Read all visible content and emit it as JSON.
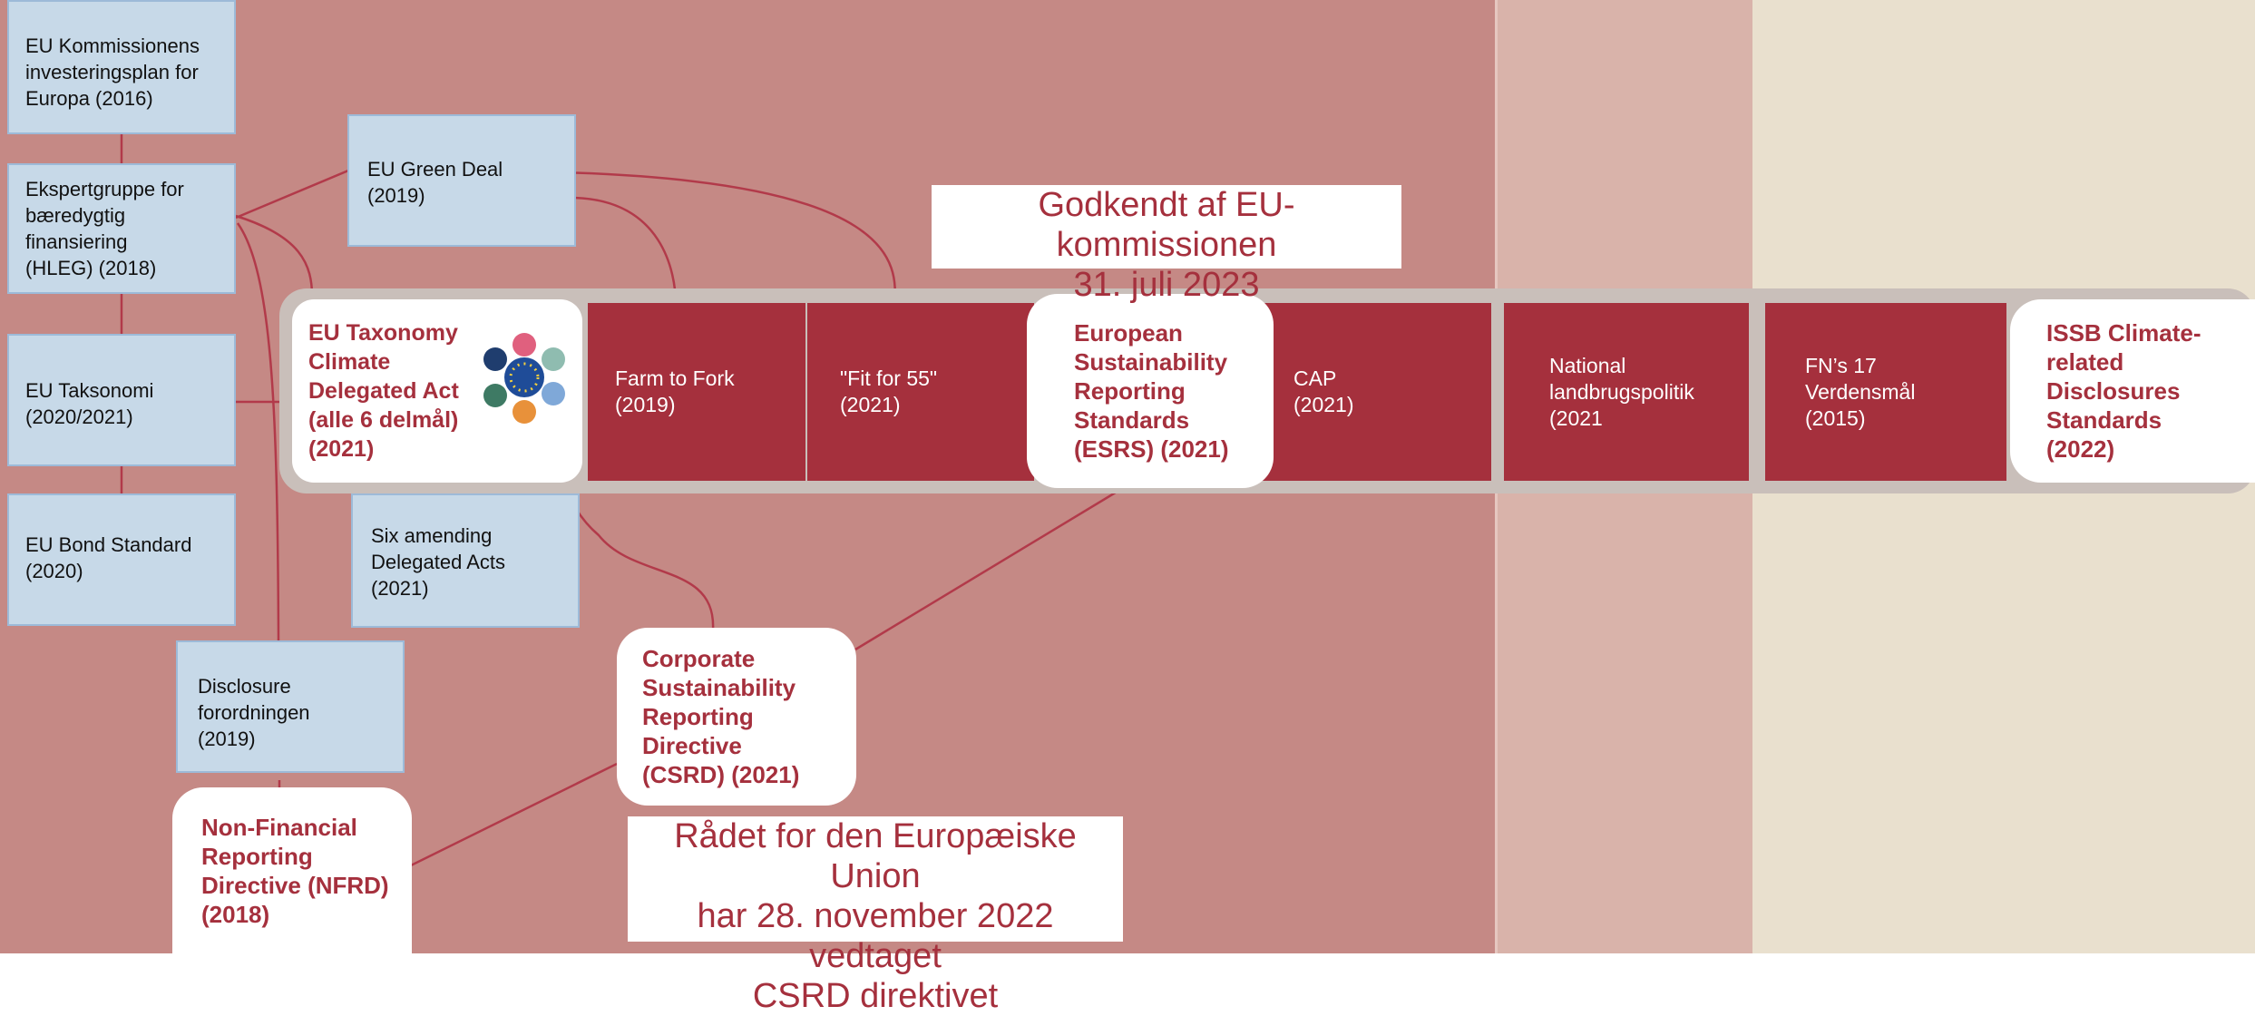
{
  "colors": {
    "band1": "#c58985",
    "band2": "#d9b3aa",
    "band3": "#e9e0ce",
    "red": "#a5303d",
    "blue": "#c7d9e8",
    "line": "#b23a4a"
  },
  "blue_boxes": {
    "investeringsplan": "EU Kommissionens\ninvesteringsplan for\nEuropa (2016)",
    "hleg": "Ekspertgruppe for\nbæredygtig\nfinansiering\n(HLEG) (2018)",
    "taksonomi": "EU Taksonomi\n(2020/2021)",
    "bond": "EU Bond Standard\n(2020)",
    "disclosure": "Disclosure\nforordningen\n(2019)",
    "green_deal": "EU Green Deal\n(2019)",
    "six_amending": "Six amending\nDelegated Acts\n(2021)"
  },
  "timeline": {
    "taxonomy_act": "EU Taxonomy\nClimate\nDelegated Act\n(alle 6 delmål)\n(2021)",
    "farm_to_fork": "Farm to Fork\n(2019)",
    "fit_for_55": "\"Fit for 55\"\n(2021)",
    "esrs": "European\nSustainability\nReporting\nStandards\n(ESRS) (2021)",
    "cap": "CAP\n(2021)",
    "national": "National\nlandbrugspolitik\n(2021",
    "fn17": "FN’s 17\nVerdensmål\n(2015)",
    "issb": "ISSB Climate-\nrelated\nDisclosures\nStandards\n(2022)"
  },
  "white_boxes": {
    "csrd": "Corporate\nSustainability\nReporting\nDirective\n(CSRD) (2021)",
    "nfrd": "Non-Financial\nReporting\nDirective (NFRD)\n(2018)"
  },
  "notes": {
    "approved": "Godkendt af EU-kommissionen\n31. juli 2023",
    "council": "Rådet for den Europæiske Union\nhar 28. november 2022 vedtaget\nCSRD direktivet"
  },
  "icons": {
    "sdg_wheel": "eu-flag-sdg-wheel-icon",
    "arrow": "arrow-up-icon"
  }
}
